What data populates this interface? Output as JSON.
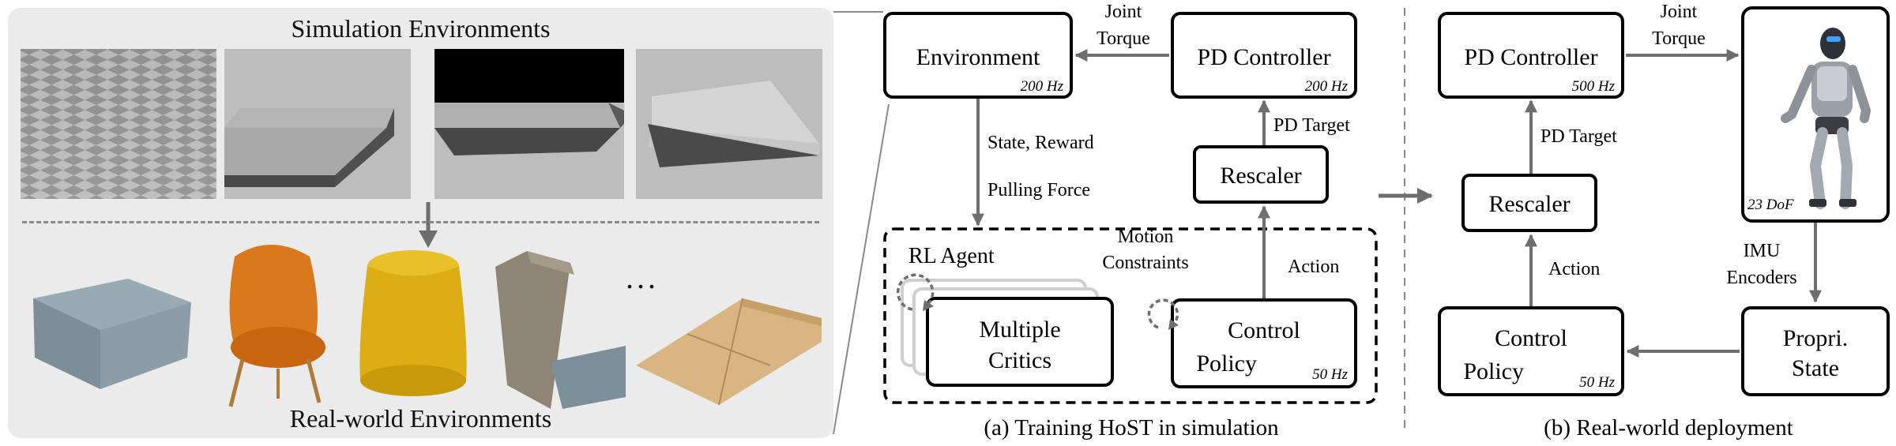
{
  "left_panel": {
    "sim_title": "Simulation Environments",
    "real_title": "Real-world Environments",
    "ellipsis": "..."
  },
  "training": {
    "environment": {
      "label": "Environment",
      "freq": "200 Hz"
    },
    "pd_controller": {
      "label": "PD Controller",
      "freq": "200 Hz"
    },
    "rescaler": {
      "label": "Rescaler"
    },
    "joint_torque": [
      "Joint",
      "Torque"
    ],
    "pd_target": "PD Target",
    "state_reward": "State, Reward",
    "pulling_force": "Pulling Force",
    "rl_agent": "RL Agent",
    "motion_constraints": [
      "Motion",
      "Constraints"
    ],
    "critics": {
      "label": [
        "Multiple",
        "Critics"
      ]
    },
    "policy": {
      "label": [
        "Control",
        "Policy"
      ],
      "freq": "50 Hz"
    },
    "action": "Action",
    "caption": "(a) Training HoST in simulation"
  },
  "deployment": {
    "pd_controller": {
      "label": "PD Controller",
      "freq": "500 Hz"
    },
    "joint_torque": [
      "Joint",
      "Torque"
    ],
    "robot_dof": "23 DoF",
    "pd_target": "PD Target",
    "rescaler": {
      "label": "Rescaler"
    },
    "action": "Action",
    "imu": [
      "IMU",
      "Encoders"
    ],
    "policy": {
      "label": [
        "Control",
        "Policy"
      ],
      "freq": "50 Hz"
    },
    "propri": {
      "label": [
        "Propri.",
        "State"
      ]
    },
    "caption": "(b) Real-world deployment"
  },
  "colors": {
    "arrow": "#6e6e6e",
    "box_border": "#000000",
    "panel_bg": "#ebebeb",
    "separator": "#8a8a8a"
  }
}
